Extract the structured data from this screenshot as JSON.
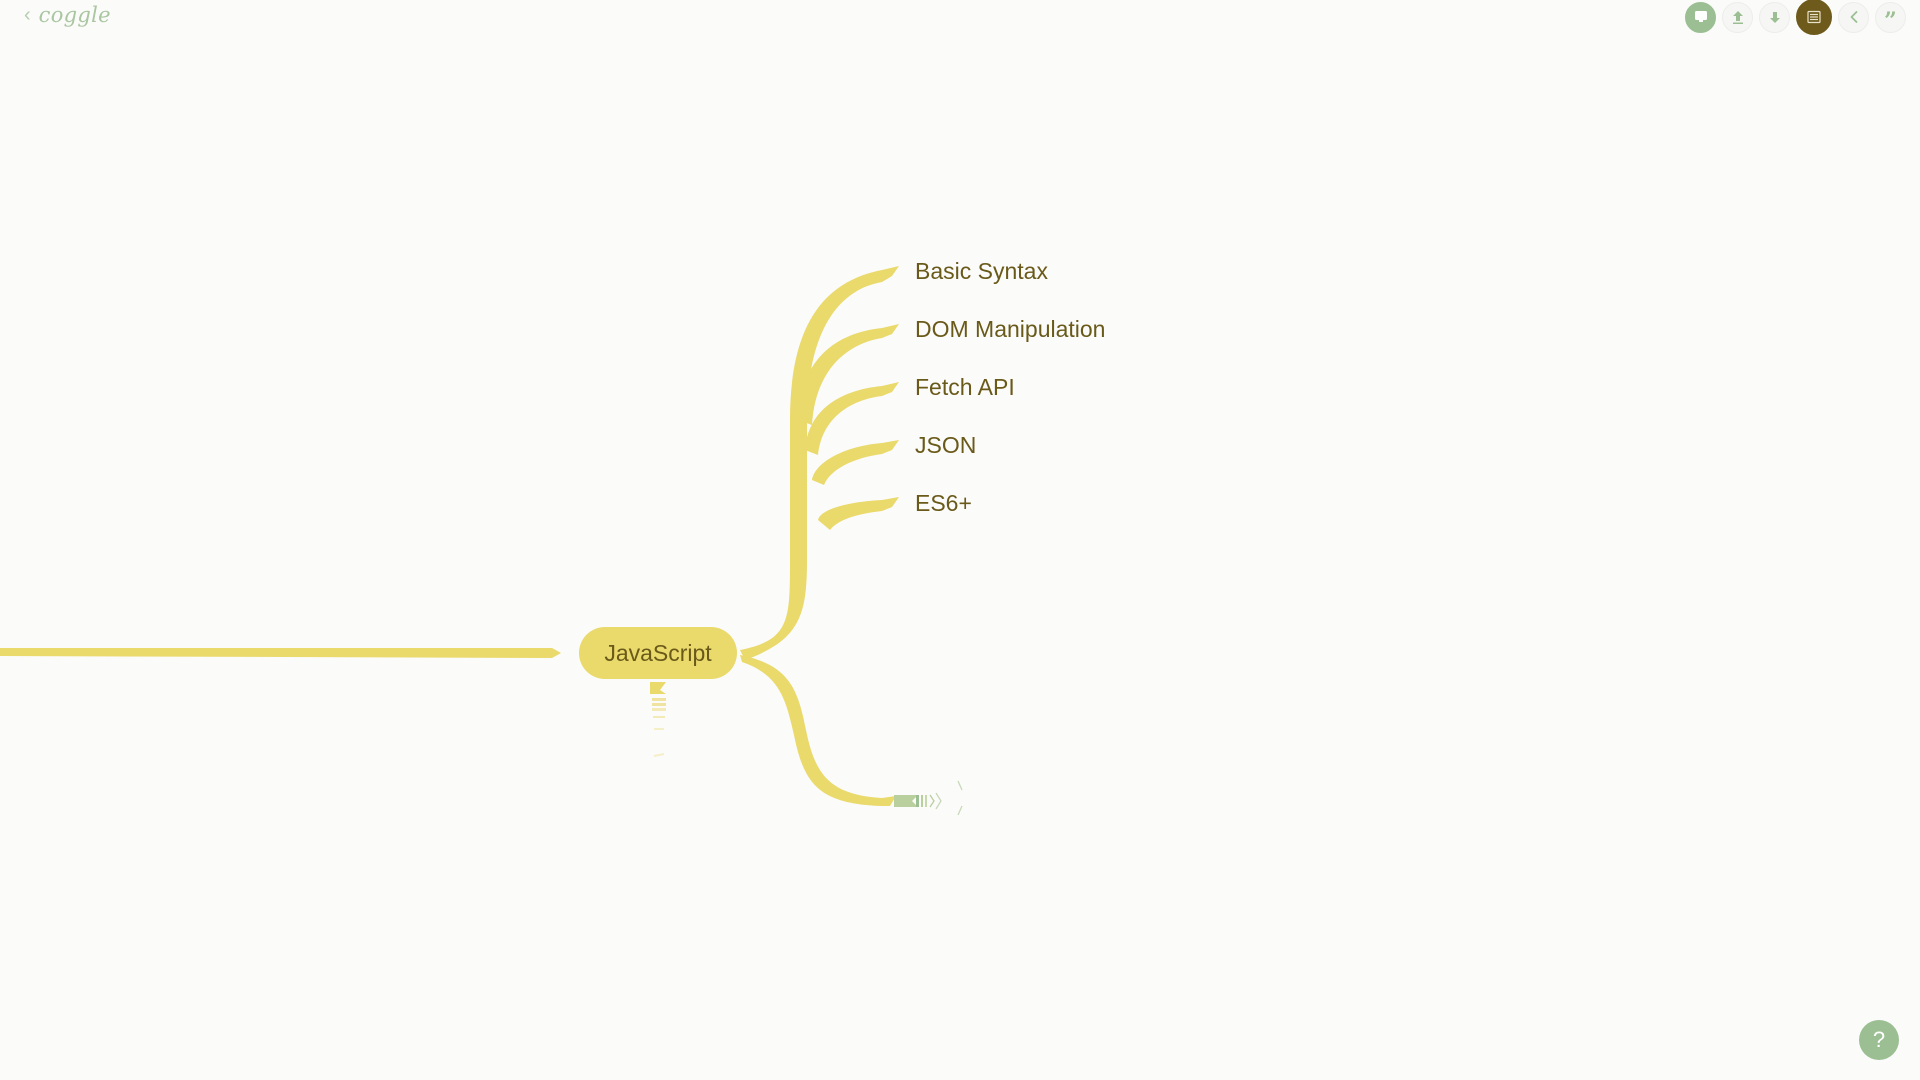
{
  "app": {
    "logo_text": "coggle",
    "back_icon": "chevron-left-icon"
  },
  "toolbar": {
    "buttons": [
      {
        "name": "present-screen-icon"
      },
      {
        "name": "upload-icon"
      },
      {
        "name": "download-icon"
      },
      {
        "name": "menu-list-icon"
      },
      {
        "name": "share-icon"
      },
      {
        "name": "quote-icon",
        "glyph": "”"
      }
    ]
  },
  "mindmap": {
    "root": {
      "label": "JavaScript"
    },
    "children": [
      {
        "label": "Basic Syntax"
      },
      {
        "label": "DOM Manipulation"
      },
      {
        "label": "Fetch API"
      },
      {
        "label": "JSON"
      },
      {
        "label": "ES6+"
      }
    ],
    "branch_color": "#ead96b",
    "text_color": "#6a5a1a"
  },
  "help": {
    "label": "?"
  },
  "colors": {
    "accent_green": "#9bbf93",
    "branch_yellow": "#ead96b",
    "menu_brown": "#6e5b1c",
    "background": "#fbfbfa"
  }
}
